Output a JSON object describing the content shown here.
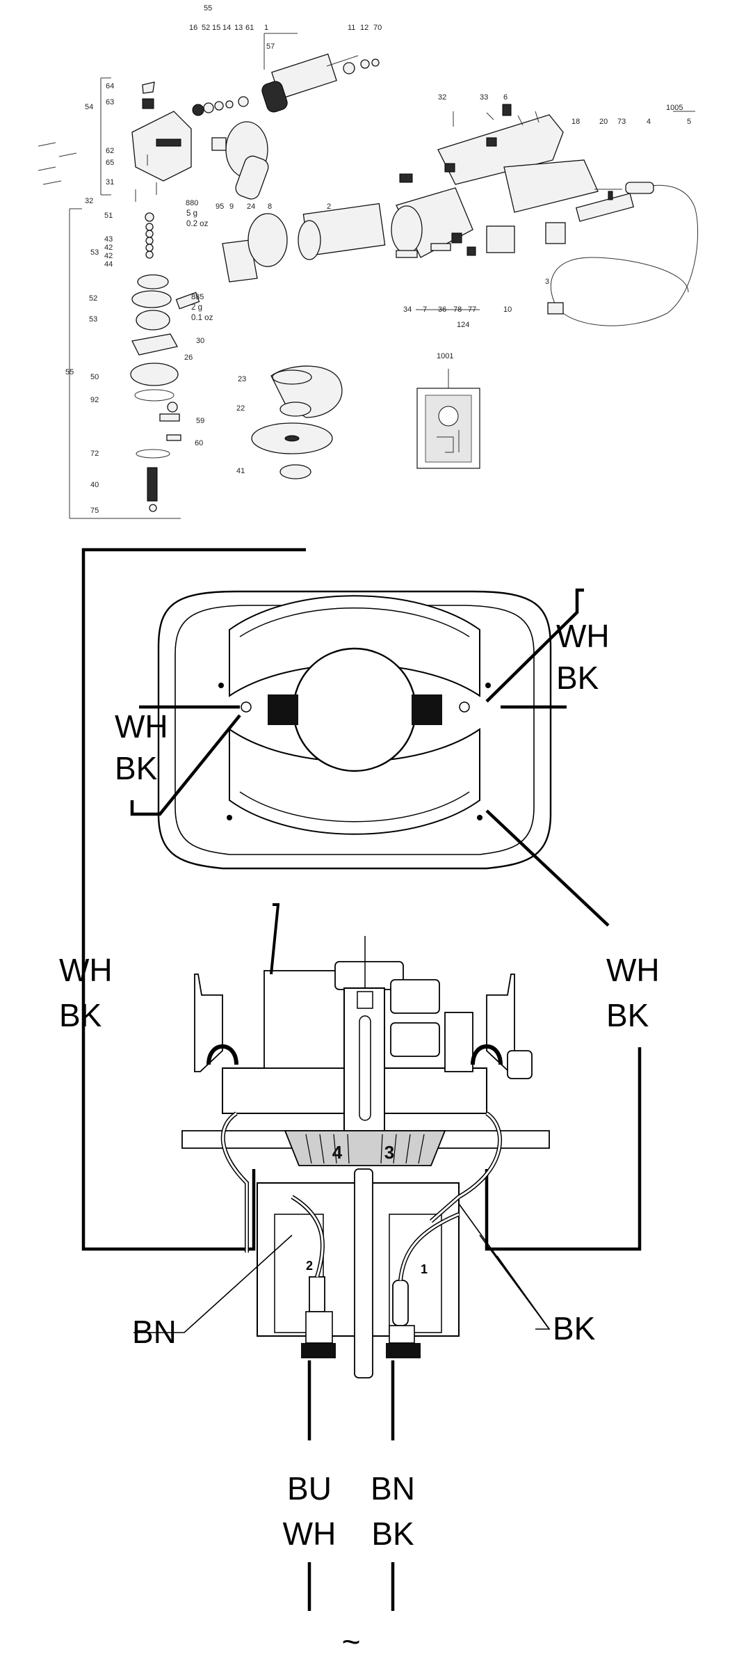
{
  "exploded_view": {
    "callouts": [
      {
        "id": "c55top",
        "text": "55"
      },
      {
        "id": "c16",
        "text": "16"
      },
      {
        "id": "c52top",
        "text": "52"
      },
      {
        "id": "c15",
        "text": "15"
      },
      {
        "id": "c14",
        "text": "14"
      },
      {
        "id": "c13",
        "text": "13"
      },
      {
        "id": "c61",
        "text": "61"
      },
      {
        "id": "c1",
        "text": "1"
      },
      {
        "id": "c57",
        "text": "57"
      },
      {
        "id": "c11",
        "text": "11"
      },
      {
        "id": "c12",
        "text": "12"
      },
      {
        "id": "c70",
        "text": "70"
      },
      {
        "id": "c64",
        "text": "64"
      },
      {
        "id": "c63",
        "text": "63"
      },
      {
        "id": "c54",
        "text": "54"
      },
      {
        "id": "c62",
        "text": "62"
      },
      {
        "id": "c65",
        "text": "65"
      },
      {
        "id": "c31",
        "text": "31"
      },
      {
        "id": "c32left",
        "text": "32"
      },
      {
        "id": "c880",
        "text": "880"
      },
      {
        "id": "c95",
        "text": "95"
      },
      {
        "id": "c24",
        "text": "24"
      },
      {
        "id": "c9",
        "text": "9"
      },
      {
        "id": "c8",
        "text": "8"
      },
      {
        "id": "c2",
        "text": "2"
      },
      {
        "id": "c32right",
        "text": "32"
      },
      {
        "id": "c33",
        "text": "33"
      },
      {
        "id": "c6",
        "text": "6"
      },
      {
        "id": "c18",
        "text": "18"
      },
      {
        "id": "c20",
        "text": "20"
      },
      {
        "id": "c73",
        "text": "73"
      },
      {
        "id": "c1005",
        "text": "1005"
      },
      {
        "id": "c4",
        "text": "4"
      },
      {
        "id": "c5",
        "text": "5"
      },
      {
        "id": "c34",
        "text": "34"
      },
      {
        "id": "c7",
        "text": "7"
      },
      {
        "id": "c36",
        "text": "36"
      },
      {
        "id": "c78",
        "text": "78"
      },
      {
        "id": "c77",
        "text": "77"
      },
      {
        "id": "c124",
        "text": "124"
      },
      {
        "id": "c10",
        "text": "10"
      },
      {
        "id": "c3",
        "text": "3"
      },
      {
        "id": "c51",
        "text": "51"
      },
      {
        "id": "c43",
        "text": "43"
      },
      {
        "id": "c42a",
        "text": "42"
      },
      {
        "id": "c53a",
        "text": "53"
      },
      {
        "id": "c42b",
        "text": "42"
      },
      {
        "id": "c44",
        "text": "44"
      },
      {
        "id": "c52",
        "text": "52"
      },
      {
        "id": "c885",
        "text": "885"
      },
      {
        "id": "c53b",
        "text": "53"
      },
      {
        "id": "c30",
        "text": "30"
      },
      {
        "id": "c26",
        "text": "26"
      },
      {
        "id": "c55left",
        "text": "55"
      },
      {
        "id": "c50",
        "text": "50"
      },
      {
        "id": "c92",
        "text": "92"
      },
      {
        "id": "c59",
        "text": "59"
      },
      {
        "id": "c60",
        "text": "60"
      },
      {
        "id": "c72",
        "text": "72"
      },
      {
        "id": "c40",
        "text": "40"
      },
      {
        "id": "c75",
        "text": "75"
      },
      {
        "id": "c23",
        "text": "23"
      },
      {
        "id": "c22",
        "text": "22"
      },
      {
        "id": "c41",
        "text": "41"
      },
      {
        "id": "c1001",
        "text": "1001"
      }
    ],
    "grease_notes": {
      "n880_mass": "5 g",
      "n880_oz": "0.2 oz",
      "n885_mass": "2 g",
      "n885_oz": "0.1 oz"
    }
  },
  "wiring": {
    "stator_labels": {
      "right_top": "WH",
      "right_bottom": "BK",
      "left_top": "WH",
      "left_bottom": "BK"
    },
    "side_labels": {
      "left_top": "WH",
      "left_bottom": "BK",
      "right_top": "WH",
      "right_bottom": "BK"
    },
    "lead_labels": {
      "bn": "BN",
      "bk": "BK"
    },
    "terminal_labels": {
      "t1_top": "BU",
      "t1_bottom": "WH",
      "t2_top": "BN",
      "t2_bottom": "BK"
    },
    "hub_numbers": {
      "left": "4",
      "right": "3"
    },
    "pin_numbers": {
      "left": "2",
      "right": "1"
    },
    "ac_symbol": "~"
  }
}
